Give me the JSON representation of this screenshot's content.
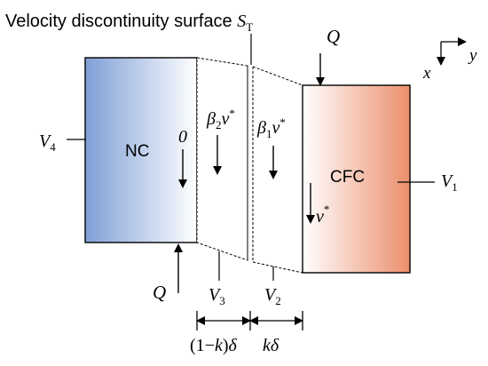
{
  "title": {
    "text": "Velocity discontinuity surface ",
    "symbol": "S",
    "symbol_sub": "T"
  },
  "loads": {
    "top": "Q",
    "bottom": "Q"
  },
  "axes": {
    "x": "x",
    "y": "y"
  },
  "blocks": {
    "left_label": "NC",
    "right_label": "CFC",
    "left_gradient": [
      "#7f9fd6",
      "#ffffff"
    ],
    "right_gradient": [
      "#ffffff",
      "#ec8f6c"
    ]
  },
  "velocities": {
    "v4": {
      "sym": "V",
      "sub": "4"
    },
    "v3": {
      "sym": "V",
      "sub": "3"
    },
    "v2": {
      "sym": "V",
      "sub": "2"
    },
    "v1": {
      "sym": "V",
      "sub": "1"
    },
    "nc_rate": "0",
    "beta2": {
      "sym": "β",
      "sub": "2",
      "v": "v",
      "sup": "*"
    },
    "beta1": {
      "sym": "β",
      "sub": "1",
      "v": "v",
      "sup": "*"
    },
    "cfc_rate": {
      "v": "v",
      "sup": "*"
    }
  },
  "dimensions": {
    "left": {
      "pre": "(1−",
      "k": "k",
      "post": ")",
      "delta": "δ"
    },
    "right": {
      "k": "k",
      "delta": "δ"
    }
  }
}
